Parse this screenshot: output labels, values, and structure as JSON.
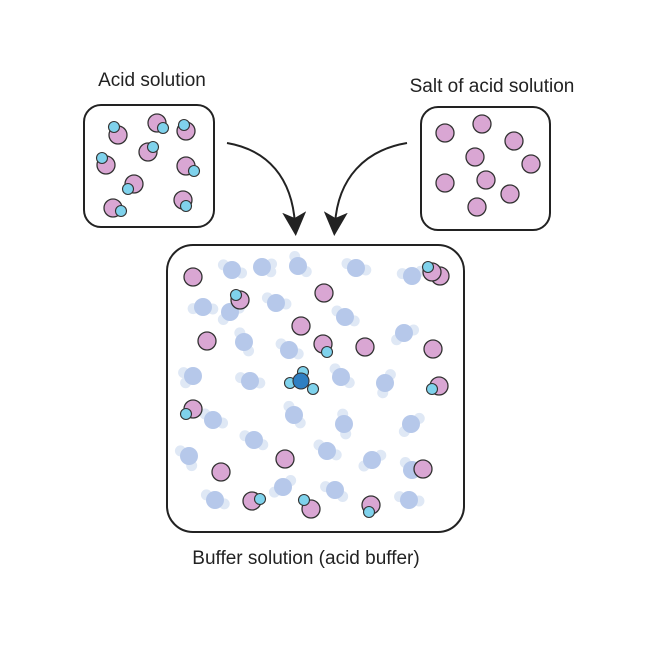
{
  "labels": {
    "acid_solution": "Acid solution",
    "salt_solution": "Salt of acid solution",
    "buffer_solution": "Buffer solution (acid buffer)"
  },
  "colors": {
    "anion": "#d9a6d3",
    "hydrogen": "#7fd2ec",
    "hydronium_center": "#2f7fc2",
    "water_oxygen": "#b6c8ea",
    "water_hydrogen": "#dfe8f5",
    "outline": "#222222"
  },
  "legend_semantics": {
    "pink_circle": "anion",
    "blue_small_circle": "hydrogen",
    "light_blue_cluster": "water"
  }
}
